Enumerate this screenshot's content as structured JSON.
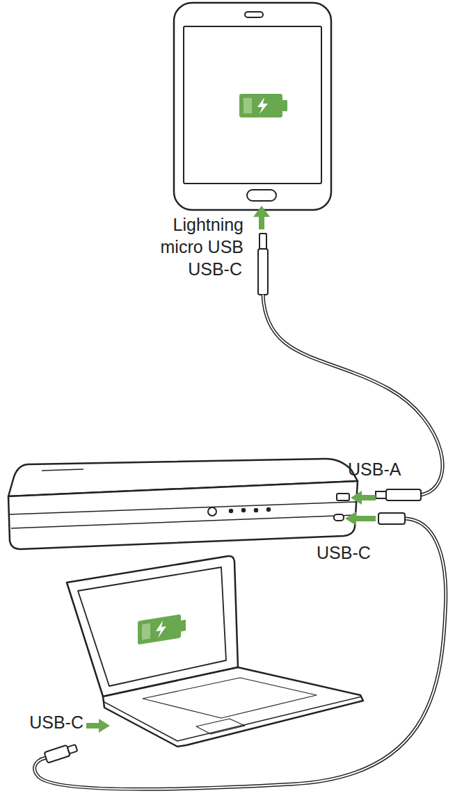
{
  "diagram": {
    "labels": [
      "Lightning",
      "micro USB",
      "USB-C",
      "USB-A",
      "USB-C",
      "USB-C"
    ]
  }
}
